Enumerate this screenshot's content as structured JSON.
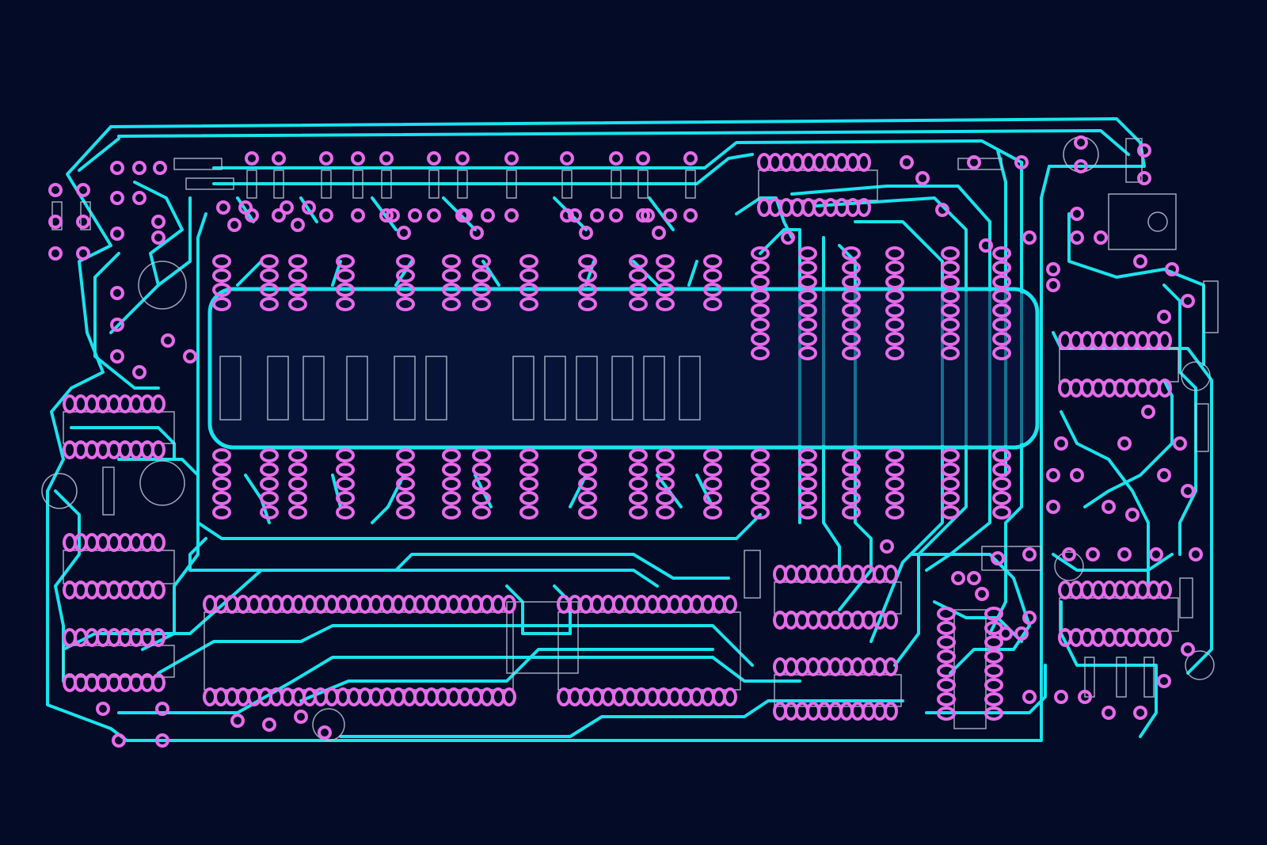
{
  "colors": {
    "background": "#030b26",
    "trace": "#19e3ee",
    "pad": "#e66be9",
    "pad_hole": "#030b26",
    "silkscreen": "#b8c3d6",
    "display_fill": "#0a1a44"
  },
  "board": {
    "layers": [
      "copper-traces",
      "component-pads",
      "silkscreen-outlines"
    ],
    "display_window": "lcd-module-outline"
  }
}
